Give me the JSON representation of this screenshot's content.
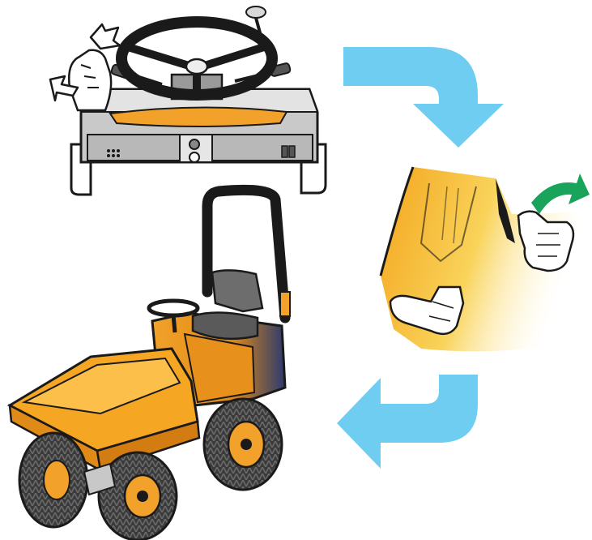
{
  "illustration": {
    "panels": [
      {
        "id": "steering-console",
        "icon": "steering-wheel-icon"
      },
      {
        "id": "treadle-pedals",
        "icon": "foot-pedal-icon"
      },
      {
        "id": "site-dumper",
        "icon": "dumper-vehicle-icon"
      }
    ],
    "arrows": [
      {
        "id": "arrow-console-to-pedals",
        "icon": "bent-arrow-down-icon"
      },
      {
        "id": "arrow-pedals-to-dumper",
        "icon": "bent-arrow-left-icon"
      },
      {
        "id": "arrow-rotate-hand",
        "icon": "curved-arrow-icon"
      }
    ],
    "colors": {
      "flow_arrow": "#6fcdf2",
      "machine_orange": "#f5a623",
      "pedal_yellow": "#f8c227",
      "console_grey": "#c9c9c9",
      "outline": "#1a1a1a",
      "accent_green": "#1aa35a"
    }
  }
}
